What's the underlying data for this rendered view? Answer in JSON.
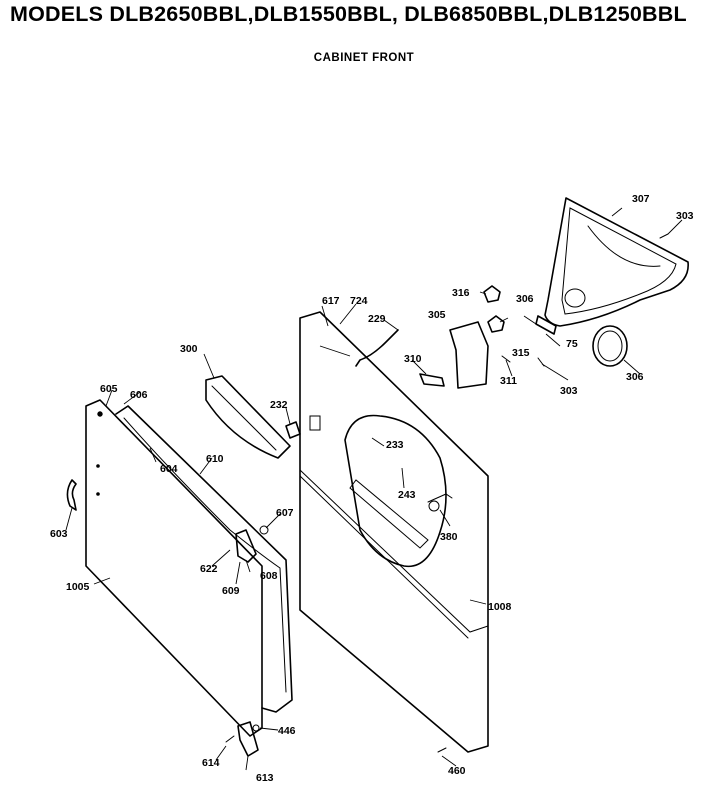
{
  "header": {
    "title": "MODELS DLB2650BBL,DLB1550BBL, DLB6850BBL,DLB1250BBL",
    "subtitle": "CABINET FRONT"
  },
  "callouts": [
    {
      "id": "617",
      "label": "617"
    },
    {
      "id": "724",
      "label": "724"
    },
    {
      "id": "229",
      "label": "229"
    },
    {
      "id": "316",
      "label": "316"
    },
    {
      "id": "307",
      "label": "307"
    },
    {
      "id": "303a",
      "label": "303"
    },
    {
      "id": "305",
      "label": "305"
    },
    {
      "id": "306a",
      "label": "306"
    },
    {
      "id": "315",
      "label": "315"
    },
    {
      "id": "310",
      "label": "310"
    },
    {
      "id": "311",
      "label": "311"
    },
    {
      "id": "75",
      "label": "75"
    },
    {
      "id": "303b",
      "label": "303"
    },
    {
      "id": "306b",
      "label": "306"
    },
    {
      "id": "300",
      "label": "300"
    },
    {
      "id": "232",
      "label": "232"
    },
    {
      "id": "605",
      "label": "605"
    },
    {
      "id": "606",
      "label": "606"
    },
    {
      "id": "233",
      "label": "233"
    },
    {
      "id": "604",
      "label": "604"
    },
    {
      "id": "610",
      "label": "610"
    },
    {
      "id": "243",
      "label": "243"
    },
    {
      "id": "603",
      "label": "603"
    },
    {
      "id": "607",
      "label": "607"
    },
    {
      "id": "380",
      "label": "380"
    },
    {
      "id": "622",
      "label": "622"
    },
    {
      "id": "608",
      "label": "608"
    },
    {
      "id": "609",
      "label": "609"
    },
    {
      "id": "1005",
      "label": "1005"
    },
    {
      "id": "1008",
      "label": "1008"
    },
    {
      "id": "446",
      "label": "446"
    },
    {
      "id": "614",
      "label": "614"
    },
    {
      "id": "613",
      "label": "613"
    },
    {
      "id": "460",
      "label": "460"
    }
  ]
}
